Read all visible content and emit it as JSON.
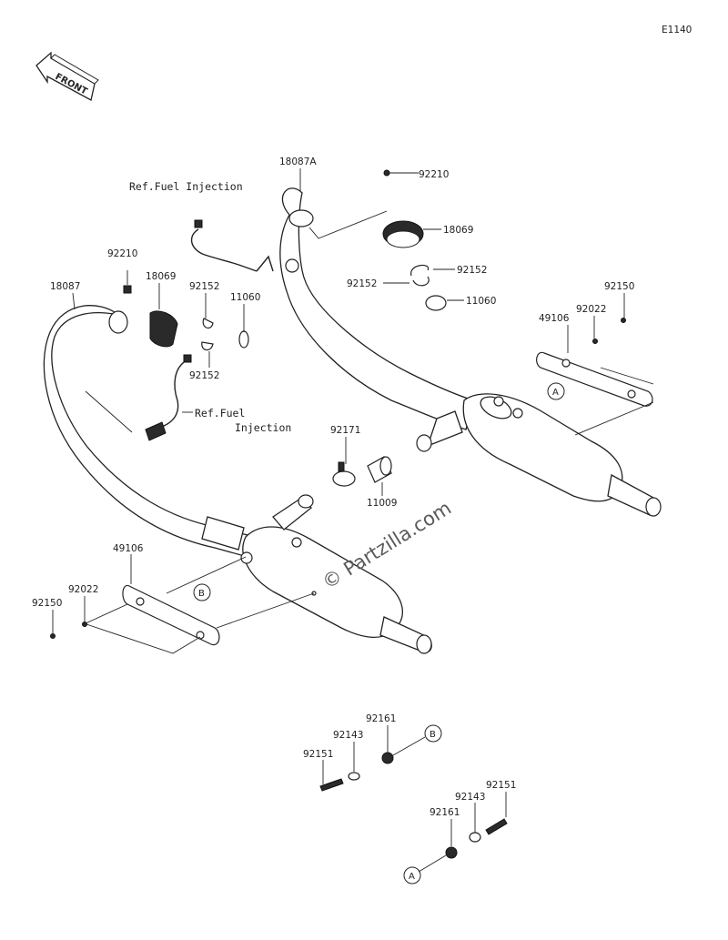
{
  "diagram_code": "E1140",
  "front_label": "FRONT",
  "watermark": "© Partzilla.com",
  "refs": [
    {
      "id": "ref-fuel-injection-top",
      "text": "Ref.Fuel Injection"
    },
    {
      "id": "ref-fuel-injection-mid",
      "text": "Ref.Fuel\nInjection"
    }
  ],
  "callouts": {
    "a": "A",
    "b": "B"
  },
  "parts": [
    {
      "id": "18087A",
      "label": "18087A"
    },
    {
      "id": "92210-r",
      "label": "92210"
    },
    {
      "id": "18069-r",
      "label": "18069"
    },
    {
      "id": "92152-r1",
      "label": "92152"
    },
    {
      "id": "92152-r2",
      "label": "92152"
    },
    {
      "id": "11060-r",
      "label": "11060"
    },
    {
      "id": "92150-r",
      "label": "92150"
    },
    {
      "id": "92022-r",
      "label": "92022"
    },
    {
      "id": "49106-r",
      "label": "49106"
    },
    {
      "id": "92210-l",
      "label": "92210"
    },
    {
      "id": "18069-l",
      "label": "18069"
    },
    {
      "id": "18087",
      "label": "18087"
    },
    {
      "id": "92152-l1",
      "label": "92152"
    },
    {
      "id": "92152-l2",
      "label": "92152"
    },
    {
      "id": "11060-l",
      "label": "11060"
    },
    {
      "id": "92171",
      "label": "92171"
    },
    {
      "id": "11009",
      "label": "11009"
    },
    {
      "id": "49106-l",
      "label": "49106"
    },
    {
      "id": "92022-l",
      "label": "92022"
    },
    {
      "id": "92150-l",
      "label": "92150"
    },
    {
      "id": "92161-b",
      "label": "92161"
    },
    {
      "id": "92143-b",
      "label": "92143"
    },
    {
      "id": "92151-b",
      "label": "92151"
    },
    {
      "id": "92151-a",
      "label": "92151"
    },
    {
      "id": "92143-a",
      "label": "92143"
    },
    {
      "id": "92161-a",
      "label": "92161"
    }
  ]
}
